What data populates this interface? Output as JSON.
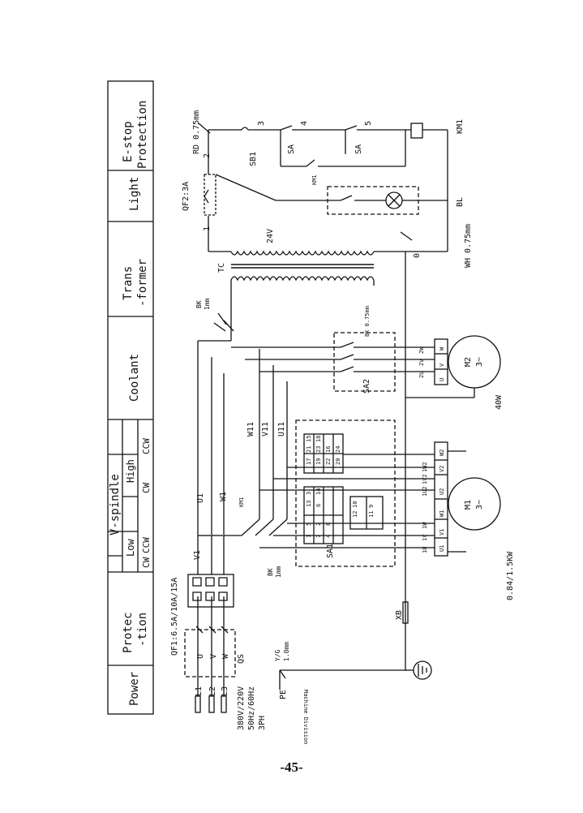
{
  "header_columns": {
    "power": "Power",
    "protection_line1": "Protec",
    "protection_line2": "-tion",
    "v_spindle": "V-spindle",
    "low": "Low",
    "high": "High",
    "cw": "CW",
    "ccw": "CCW",
    "coolant": "Coolant",
    "trans_line1": "Trans",
    "trans_line2": "-former",
    "light": "Light",
    "estop_line1": "E-stop",
    "estop_line2": "Protection"
  },
  "labels": {
    "qf1": "QF1:6.5A/10A/15A",
    "qf2": "QF2:3A",
    "qs": "QS",
    "l1": "L1",
    "l2": "L2",
    "l3": "L3",
    "supply_line1": "380V/220V",
    "supply_line2": "50Hz/60Hz",
    "supply_line3": "3PH",
    "pe": "PE",
    "yg_line1": "Y/G",
    "yg_line2": "1.0mm",
    "machine_division": "Machine Division",
    "xb": "XB",
    "u": "U",
    "v": "V",
    "w": "W",
    "u1": "U1",
    "v1": "V1",
    "w1": "W1",
    "u11": "U11",
    "v11": "V11",
    "w11": "W11",
    "km1": "KM1",
    "sa1": "SA1",
    "sa2": "SA2",
    "bk_1": "BK",
    "bk_1mm": "1mm",
    "bk_075": "BK 0.75mm",
    "tc": "TC",
    "v24": "24V",
    "zero": "0",
    "one": "1",
    "two": "2",
    "three": "3",
    "four": "4",
    "five": "5",
    "sb1": "SB1",
    "sa": "SA",
    "rd": "RD 0.75mm",
    "wh": "WH 0.75mm",
    "bl": "BL",
    "m1": "M1",
    "m1_phase": "3~",
    "m1_power": "0.84/1.5KW",
    "m2": "M2",
    "m2_phase": "3~",
    "m2_power": "40W",
    "u1m": "U1",
    "v1m": "V1",
    "w1m": "W1",
    "u2m": "U2",
    "v2m": "V2",
    "w2m": "W2",
    "one_u": "1U",
    "one_v": "1V",
    "one_w": "1W",
    "two_u": "2U",
    "two_v": "2V",
    "two_w": "2W",
    "one_u2": "1U2",
    "one_v2": "1V2",
    "one_w2": "1W2",
    "two_u_coolant": "2U",
    "two_v_coolant": "2V",
    "two_w_coolant": "2W"
  },
  "sa1_terminals": [
    "1",
    "5",
    "13",
    "3",
    "7",
    "2",
    "6",
    "14",
    "4",
    "8",
    "17",
    "21",
    "15",
    "19",
    "23",
    "18",
    "22",
    "16",
    "20",
    "24",
    "12",
    "10",
    "11",
    "9"
  ],
  "page_number": "-45-"
}
